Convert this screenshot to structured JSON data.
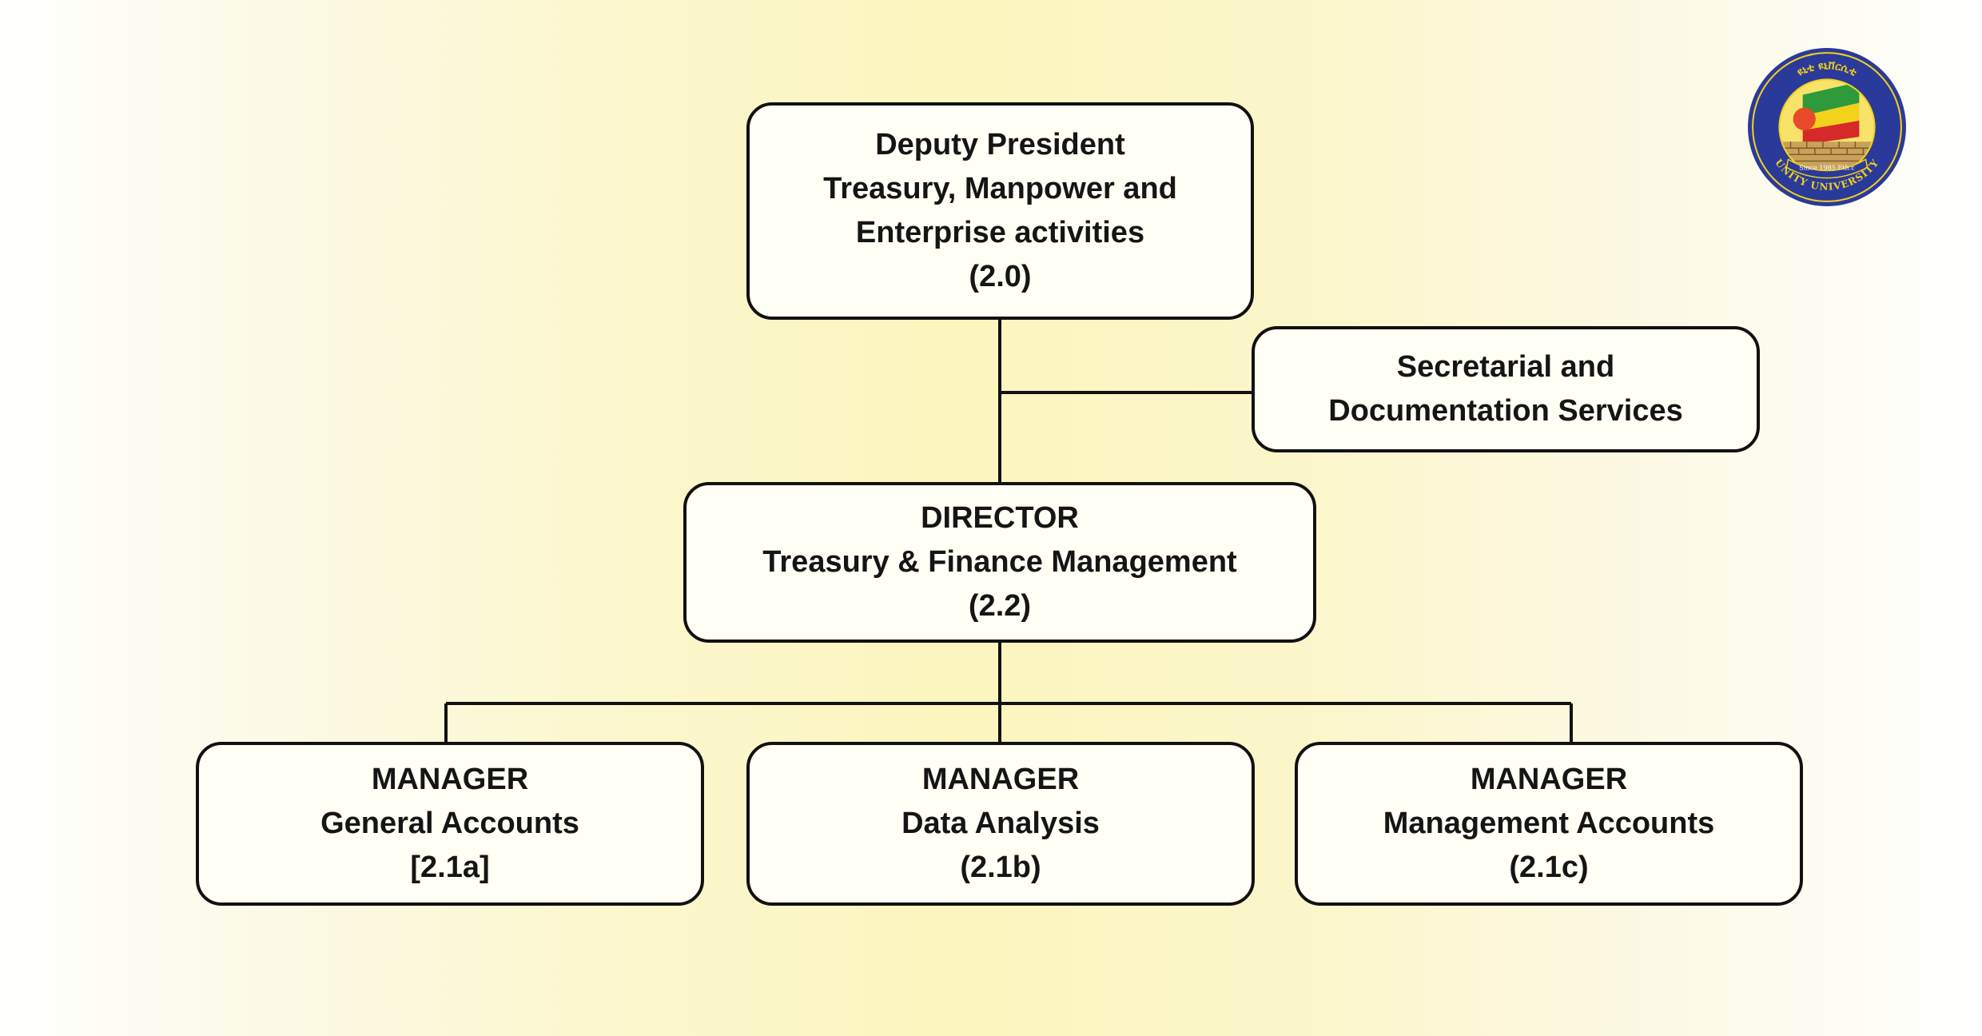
{
  "org_chart": {
    "deputy": {
      "line1": "Deputy President",
      "line2": "Treasury, Manpower and",
      "line3": "Enterprise activities",
      "code": "(2.0)"
    },
    "secretarial": {
      "line1": "Secretarial and",
      "line2": "Documentation Services"
    },
    "director": {
      "line1": "DIRECTOR",
      "line2": "Treasury & Finance Management",
      "code": "(2.2)"
    },
    "managers": [
      {
        "title": "MANAGER",
        "unit": "General Accounts",
        "code": "[2.1a]"
      },
      {
        "title": "MANAGER",
        "unit": "Data Analysis",
        "code": "(2.1b)"
      },
      {
        "title": "MANAGER",
        "unit": "Management Accounts",
        "code": "(2.1c)"
      }
    ]
  },
  "logo": {
    "top_text": "ዩኒቲ ዩኒቨርሲቲ",
    "since_text": "Since 1985 Eth.c",
    "bottom_text": "UNITY UNIVERSITY"
  },
  "colors": {
    "line": "#111111",
    "logo_blue": "#2a3a9a",
    "logo_yellow": "#f2d21a",
    "logo_green": "#2e9a3c",
    "logo_red": "#d62a2a"
  }
}
